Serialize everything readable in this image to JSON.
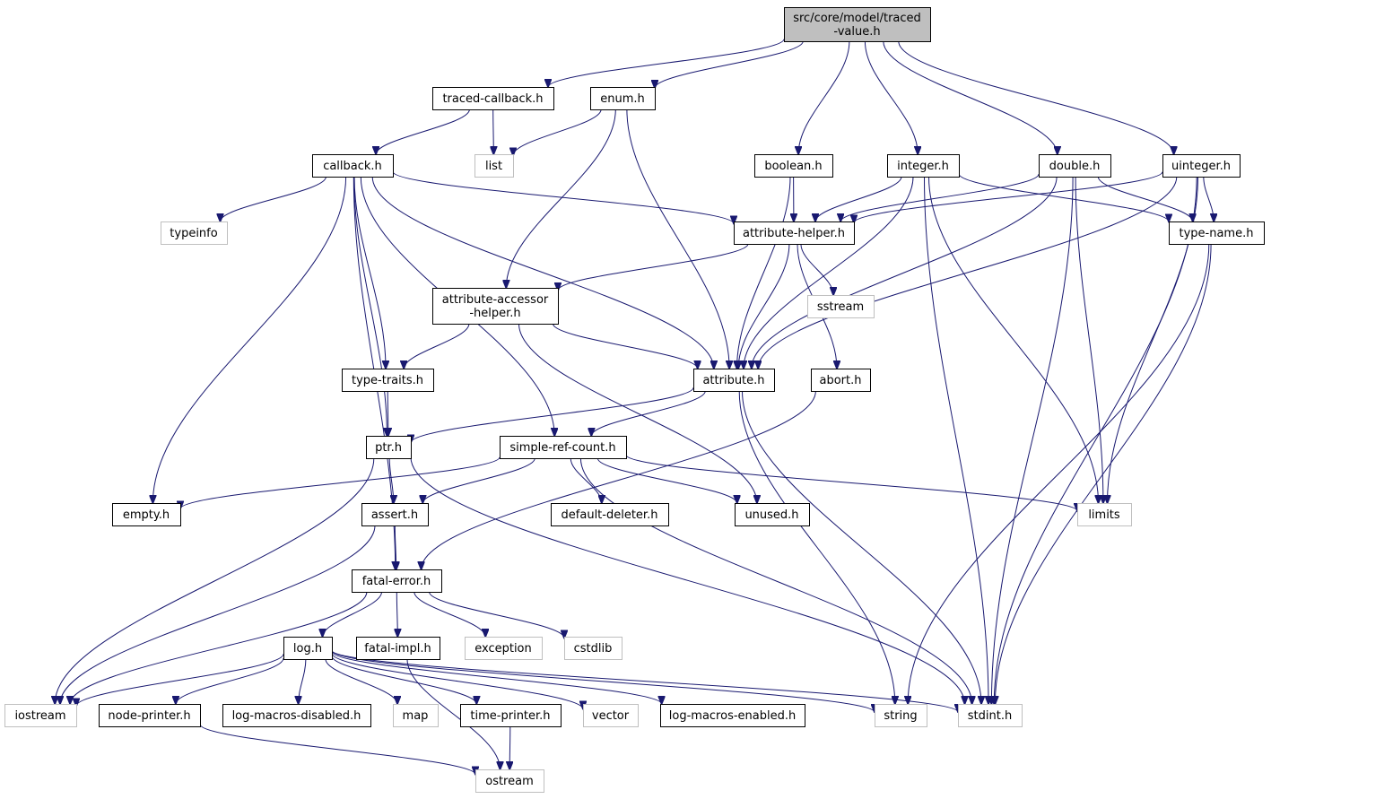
{
  "diagram": {
    "kind": "include-dependency-graph",
    "edge_color": "#191970",
    "root_fill": "#bfbfbf",
    "local_border": "#000000",
    "system_border": "#bfbfbf",
    "nodes": [
      {
        "id": "traced_value",
        "label": "src/core/model/traced\n-value.h",
        "kind": "root"
      },
      {
        "id": "traced_callback",
        "label": "traced-callback.h",
        "kind": "local"
      },
      {
        "id": "enum",
        "label": "enum.h",
        "kind": "local"
      },
      {
        "id": "boolean",
        "label": "boolean.h",
        "kind": "local"
      },
      {
        "id": "integer",
        "label": "integer.h",
        "kind": "local"
      },
      {
        "id": "double",
        "label": "double.h",
        "kind": "local"
      },
      {
        "id": "uinteger",
        "label": "uinteger.h",
        "kind": "local"
      },
      {
        "id": "callback",
        "label": "callback.h",
        "kind": "local"
      },
      {
        "id": "list",
        "label": "list",
        "kind": "system"
      },
      {
        "id": "typeinfo",
        "label": "typeinfo",
        "kind": "system"
      },
      {
        "id": "attribute_helper",
        "label": "attribute-helper.h",
        "kind": "local"
      },
      {
        "id": "type_name",
        "label": "type-name.h",
        "kind": "local"
      },
      {
        "id": "attribute_accessor_helper",
        "label": "attribute-accessor\n-helper.h",
        "kind": "local"
      },
      {
        "id": "sstream",
        "label": "sstream",
        "kind": "system"
      },
      {
        "id": "type_traits",
        "label": "type-traits.h",
        "kind": "local"
      },
      {
        "id": "attribute",
        "label": "attribute.h",
        "kind": "local"
      },
      {
        "id": "abort",
        "label": "abort.h",
        "kind": "local"
      },
      {
        "id": "ptr",
        "label": "ptr.h",
        "kind": "local"
      },
      {
        "id": "simple_ref_count",
        "label": "simple-ref-count.h",
        "kind": "local"
      },
      {
        "id": "empty",
        "label": "empty.h",
        "kind": "local"
      },
      {
        "id": "assert",
        "label": "assert.h",
        "kind": "local"
      },
      {
        "id": "default_deleter",
        "label": "default-deleter.h",
        "kind": "local"
      },
      {
        "id": "unused",
        "label": "unused.h",
        "kind": "local"
      },
      {
        "id": "limits",
        "label": "limits",
        "kind": "system"
      },
      {
        "id": "fatal_error",
        "label": "fatal-error.h",
        "kind": "local"
      },
      {
        "id": "log",
        "label": "log.h",
        "kind": "local"
      },
      {
        "id": "fatal_impl",
        "label": "fatal-impl.h",
        "kind": "local"
      },
      {
        "id": "exception",
        "label": "exception",
        "kind": "system"
      },
      {
        "id": "cstdlib",
        "label": "cstdlib",
        "kind": "system"
      },
      {
        "id": "iostream",
        "label": "iostream",
        "kind": "system"
      },
      {
        "id": "node_printer",
        "label": "node-printer.h",
        "kind": "local"
      },
      {
        "id": "log_macros_disabled",
        "label": "log-macros-disabled.h",
        "kind": "local"
      },
      {
        "id": "map",
        "label": "map",
        "kind": "system"
      },
      {
        "id": "time_printer",
        "label": "time-printer.h",
        "kind": "local"
      },
      {
        "id": "vector",
        "label": "vector",
        "kind": "system"
      },
      {
        "id": "log_macros_enabled",
        "label": "log-macros-enabled.h",
        "kind": "local"
      },
      {
        "id": "string",
        "label": "string",
        "kind": "system"
      },
      {
        "id": "stdint",
        "label": "stdint.h",
        "kind": "system"
      },
      {
        "id": "ostream",
        "label": "ostream",
        "kind": "system"
      }
    ],
    "edges": [
      [
        "traced_value",
        "traced_callback"
      ],
      [
        "traced_value",
        "enum"
      ],
      [
        "traced_value",
        "boolean"
      ],
      [
        "traced_value",
        "integer"
      ],
      [
        "traced_value",
        "double"
      ],
      [
        "traced_value",
        "uinteger"
      ],
      [
        "traced_callback",
        "callback"
      ],
      [
        "traced_callback",
        "list"
      ],
      [
        "enum",
        "list"
      ],
      [
        "enum",
        "attribute_accessor_helper"
      ],
      [
        "enum",
        "attribute"
      ],
      [
        "callback",
        "typeinfo"
      ],
      [
        "callback",
        "attribute_helper"
      ],
      [
        "callback",
        "attribute"
      ],
      [
        "callback",
        "type_traits"
      ],
      [
        "callback",
        "ptr"
      ],
      [
        "callback",
        "simple_ref_count"
      ],
      [
        "callback",
        "empty"
      ],
      [
        "callback",
        "fatal_error"
      ],
      [
        "boolean",
        "attribute_helper"
      ],
      [
        "boolean",
        "attribute"
      ],
      [
        "integer",
        "attribute_helper"
      ],
      [
        "integer",
        "attribute"
      ],
      [
        "integer",
        "type_name"
      ],
      [
        "integer",
        "limits"
      ],
      [
        "integer",
        "stdint"
      ],
      [
        "double",
        "attribute_helper"
      ],
      [
        "double",
        "attribute"
      ],
      [
        "double",
        "type_name"
      ],
      [
        "double",
        "limits"
      ],
      [
        "double",
        "stdint"
      ],
      [
        "uinteger",
        "attribute_helper"
      ],
      [
        "uinteger",
        "attribute"
      ],
      [
        "uinteger",
        "type_name"
      ],
      [
        "uinteger",
        "limits"
      ],
      [
        "uinteger",
        "stdint"
      ],
      [
        "attribute_helper",
        "attribute_accessor_helper"
      ],
      [
        "attribute_helper",
        "attribute"
      ],
      [
        "attribute_helper",
        "sstream"
      ],
      [
        "attribute_helper",
        "abort"
      ],
      [
        "type_name",
        "string"
      ],
      [
        "type_name",
        "stdint"
      ],
      [
        "attribute_accessor_helper",
        "type_traits"
      ],
      [
        "attribute_accessor_helper",
        "attribute"
      ],
      [
        "attribute_accessor_helper",
        "unused"
      ],
      [
        "type_traits",
        "ptr"
      ],
      [
        "attribute",
        "ptr"
      ],
      [
        "attribute",
        "simple_ref_count"
      ],
      [
        "attribute",
        "string"
      ],
      [
        "attribute",
        "stdint"
      ],
      [
        "abort",
        "fatal_error"
      ],
      [
        "ptr",
        "assert"
      ],
      [
        "ptr",
        "iostream"
      ],
      [
        "ptr",
        "stdint"
      ],
      [
        "simple_ref_count",
        "empty"
      ],
      [
        "simple_ref_count",
        "assert"
      ],
      [
        "simple_ref_count",
        "default_deleter"
      ],
      [
        "simple_ref_count",
        "unused"
      ],
      [
        "simple_ref_count",
        "limits"
      ],
      [
        "simple_ref_count",
        "stdint"
      ],
      [
        "assert",
        "fatal_error"
      ],
      [
        "assert",
        "iostream"
      ],
      [
        "fatal_error",
        "log"
      ],
      [
        "fatal_error",
        "fatal_impl"
      ],
      [
        "fatal_error",
        "exception"
      ],
      [
        "fatal_error",
        "cstdlib"
      ],
      [
        "fatal_error",
        "iostream"
      ],
      [
        "fatal_impl",
        "ostream"
      ],
      [
        "log",
        "iostream"
      ],
      [
        "log",
        "node_printer"
      ],
      [
        "log",
        "log_macros_disabled"
      ],
      [
        "log",
        "map"
      ],
      [
        "log",
        "time_printer"
      ],
      [
        "log",
        "vector"
      ],
      [
        "log",
        "log_macros_enabled"
      ],
      [
        "log",
        "string"
      ],
      [
        "log",
        "stdint"
      ],
      [
        "node_printer",
        "ostream"
      ],
      [
        "time_printer",
        "ostream"
      ]
    ]
  }
}
